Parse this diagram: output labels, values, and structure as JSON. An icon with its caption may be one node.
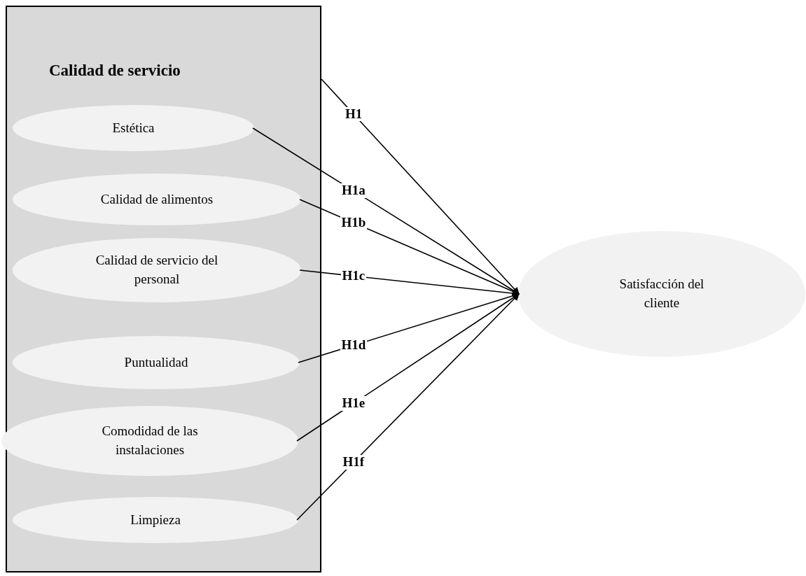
{
  "diagram": {
    "nodes": [
      {
        "text": [
          "Calidad de servicio"
        ]
      },
      {
        "text": [
          "Estética"
        ],
        "in": 0
      },
      {
        "text": [
          "Calidad de alimentos"
        ],
        "in": 0
      },
      {
        "text": [
          "Calidad de servicio del personal"
        ],
        "in": 0
      },
      {
        "text": [
          "Puntualidad"
        ],
        "in": 0
      },
      {
        "text": [
          "Comodidad de las instalaciones"
        ],
        "in": 0
      },
      {
        "text": [
          "Limpieza"
        ],
        "in": 0
      },
      {
        "text": [
          "Satisfacción del cliente"
        ]
      }
    ],
    "edges": [
      {
        "from": 0,
        "to": 7,
        "arrow": "to",
        "label": "H1"
      },
      {
        "from": 1,
        "to": 7,
        "arrow": "to",
        "label": "H1a"
      },
      {
        "from": 2,
        "to": 7,
        "arrow": "to",
        "label": "H1b"
      },
      {
        "from": 3,
        "to": 7,
        "arrow": "to",
        "label": "H1c"
      },
      {
        "from": 4,
        "to": 7,
        "arrow": "to",
        "label": "H1d"
      },
      {
        "from": 5,
        "to": 7,
        "arrow": "to",
        "label": "H1e"
      },
      {
        "from": 6,
        "to": 7,
        "arrow": "to",
        "label": "H1f"
      }
    ]
  }
}
